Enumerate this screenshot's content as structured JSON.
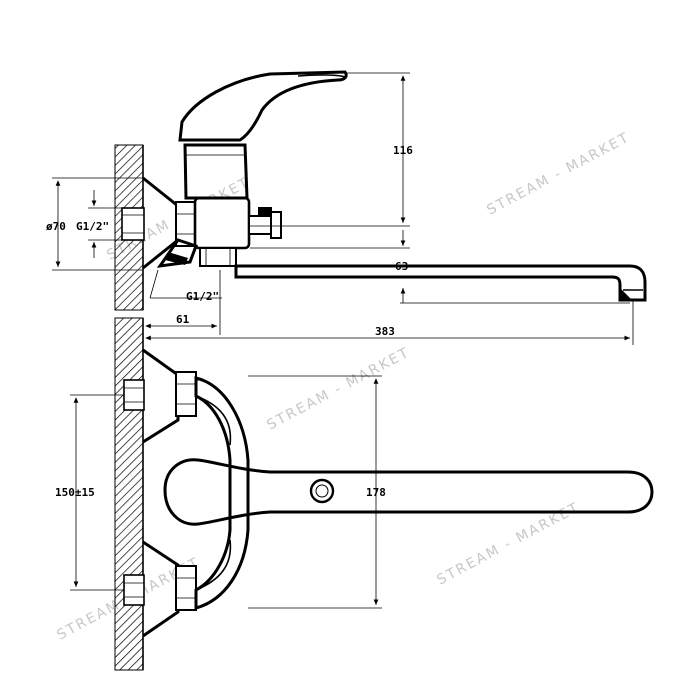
{
  "dimensions": {
    "height_lever": "116",
    "diameter": "ø70",
    "thread_upper": "G1/2\"",
    "thread_lower": "G1/2\"",
    "spout_offset": "63",
    "wall_to_fitting": "61",
    "spout_length": "383",
    "center_distance": "150±15",
    "lever_length": "178"
  },
  "watermark": {
    "text": "STREAM - MARKET"
  },
  "colors": {
    "line": "#000000",
    "watermark": "#c8c8c8",
    "background": "#ffffff"
  }
}
